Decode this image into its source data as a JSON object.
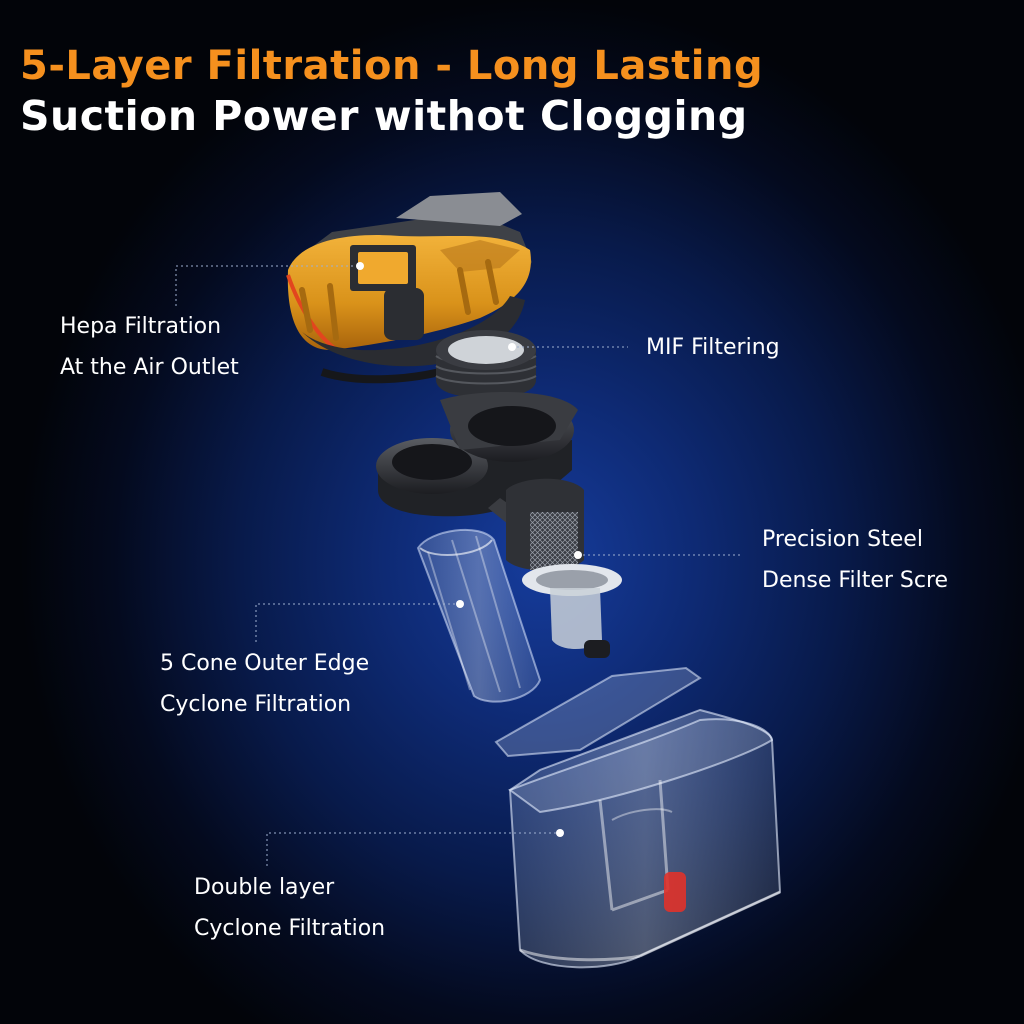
{
  "headline": {
    "line1": "5-Layer Filtration - Long Lasting",
    "line2": "Suction Power withot Clogging"
  },
  "callouts": {
    "hepa": {
      "line1": "Hepa Filtration",
      "line2": "At the Air Outlet"
    },
    "mif": {
      "line1": "MIF Filtering"
    },
    "steel": {
      "line1": "Precision Steel",
      "line2": "Dense Filter Scre"
    },
    "cone": {
      "line1": "5 Cone Outer Edge",
      "line2": "Cyclone Filtration"
    },
    "double": {
      "line1": "Double layer",
      "line2": "Cyclone Filtration"
    }
  },
  "colors": {
    "accent_orange": "#f5901e",
    "text_white": "#ffffff",
    "background_blue": "#163c9c",
    "filter_housing_orange": "#d9921a"
  },
  "icons": [
    "hepa-filter-housing",
    "mif-filter-ring",
    "cyclone-cap",
    "steel-mesh-filter",
    "cone-cyclone",
    "dust-bin"
  ]
}
